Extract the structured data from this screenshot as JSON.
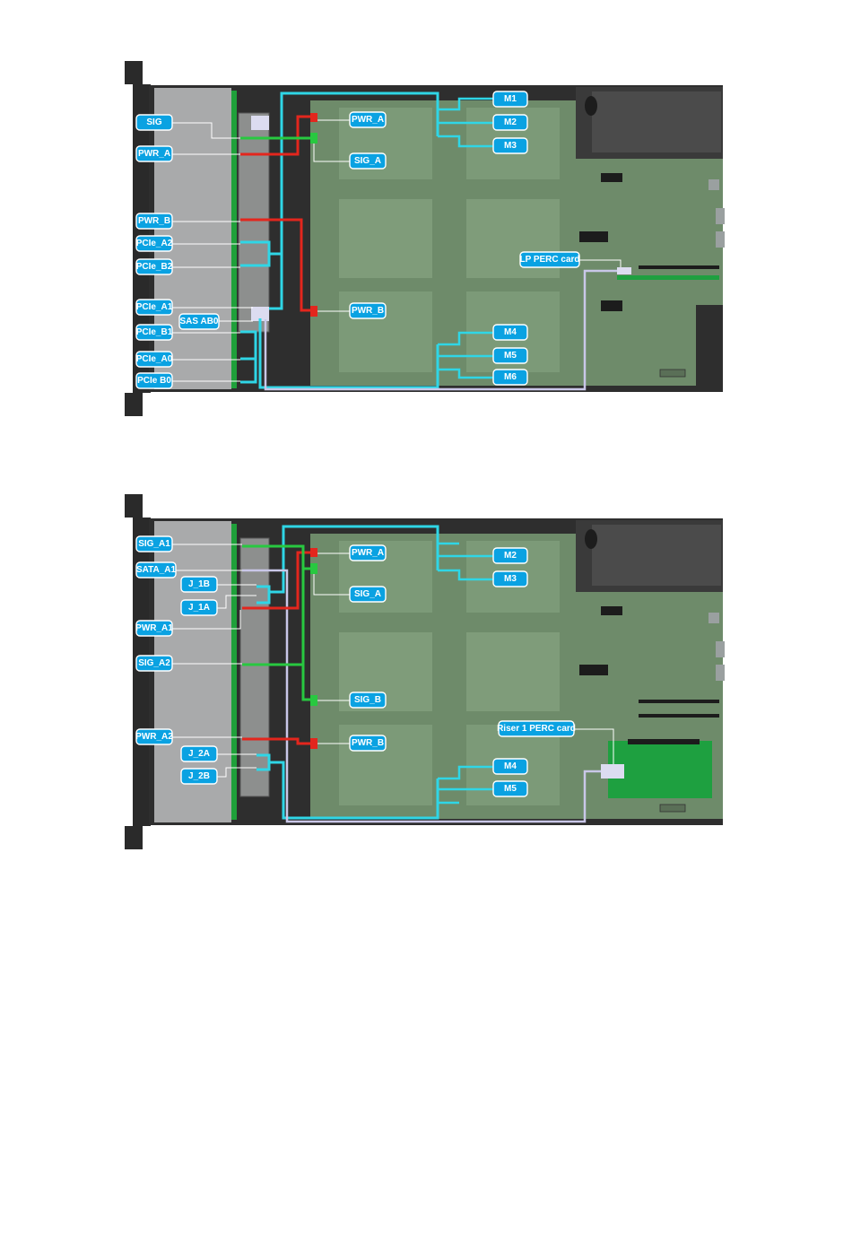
{
  "colors": {
    "chassis": "#2a2a2a",
    "board": "#6e8b6a",
    "backplane": "#a9aaab",
    "label": "#0aa2e2",
    "sas_cable": "#2fd6e6",
    "power_cable": "#e3261d",
    "signal_cable": "#28c840",
    "pcie_cable": "#c9c7e8"
  },
  "diagram_top": {
    "labels": {
      "sig": "SIG",
      "pwr_a_left": "PWR_A",
      "pwr_b_left": "PWR_B",
      "pcie_a2": "PCIe_A2",
      "pcie_b2": "PCIe_B2",
      "pcie_a1": "PCIe_A1",
      "sas_ab0": "SAS AB0",
      "pcie_b1": "PCIe_B1",
      "pcie_a0": "PCIe_A0",
      "pcie_b0": "PCIe B0",
      "pwr_a_board": "PWR_A",
      "sig_a_board": "SIG_A",
      "pwr_b_board": "PWR_B",
      "m1": "M1",
      "m2": "M2",
      "m3": "M3",
      "m4": "M4",
      "m5": "M5",
      "m6": "M6",
      "lp_perc": "LP PERC card"
    }
  },
  "diagram_bottom": {
    "labels": {
      "sig_a1": "SIG_A1",
      "sata_a1": "SATA_A1",
      "j_1b": "J_1B",
      "j_1a": "J_1A",
      "pwr_a1": "PWR_A1",
      "sig_a2": "SIG_A2",
      "pwr_a2": "PWR_A2",
      "j_2a": "J_2A",
      "j_2b": "J_2B",
      "pwr_a_board": "PWR_A",
      "sig_a_board": "SIG_A",
      "sig_b_board": "SIG_B",
      "pwr_b_board": "PWR_B",
      "m2": "M2",
      "m3": "M3",
      "m4": "M4",
      "m5": "M5",
      "riser_perc": "Riser 1 PERC card"
    }
  }
}
